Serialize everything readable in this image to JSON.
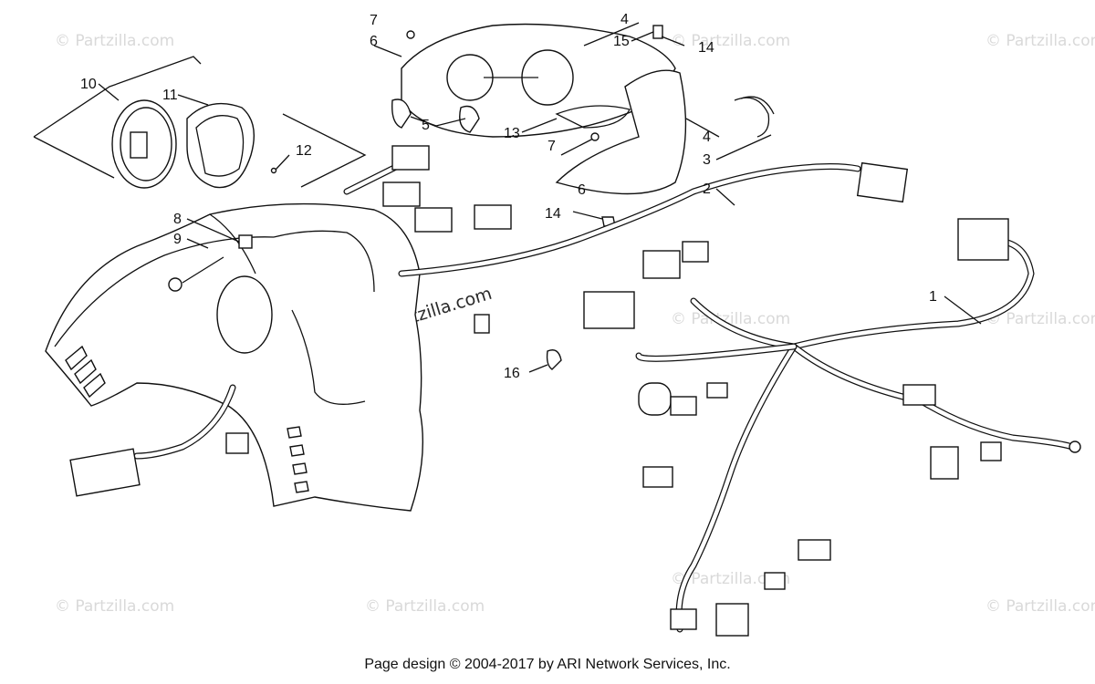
{
  "diagram": {
    "callouts": [
      {
        "id": "c1",
        "label": "1"
      },
      {
        "id": "c2",
        "label": "2"
      },
      {
        "id": "c3",
        "label": "3"
      },
      {
        "id": "c4a",
        "label": "4"
      },
      {
        "id": "c4b",
        "label": "4"
      },
      {
        "id": "c5",
        "label": "5"
      },
      {
        "id": "c6a",
        "label": "6"
      },
      {
        "id": "c6b",
        "label": "6"
      },
      {
        "id": "c7a",
        "label": "7"
      },
      {
        "id": "c7b",
        "label": "7"
      },
      {
        "id": "c8",
        "label": "8"
      },
      {
        "id": "c9",
        "label": "9"
      },
      {
        "id": "c10",
        "label": "10"
      },
      {
        "id": "c11",
        "label": "11"
      },
      {
        "id": "c12",
        "label": "12"
      },
      {
        "id": "c13",
        "label": "13"
      },
      {
        "id": "c14a",
        "label": "14"
      },
      {
        "id": "c14b",
        "label": "14"
      },
      {
        "id": "c15",
        "label": "15"
      },
      {
        "id": "c16",
        "label": "16"
      }
    ],
    "watermark": "© Partzilla.com",
    "center_watermark": "© Partzilla.com"
  },
  "footer": {
    "text": "Page design © 2004-2017 by ARI Network Services, Inc."
  }
}
